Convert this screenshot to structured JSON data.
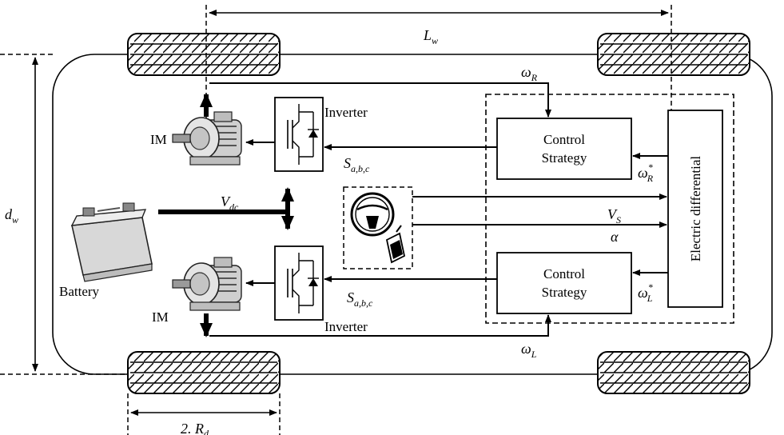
{
  "labels": {
    "lw": "L",
    "lw_sub": "w",
    "dw": "d",
    "dw_sub": "w",
    "rd": "2. R",
    "rd_sub": "d",
    "omega_r": "ω",
    "omega_r_sub": "R",
    "omega_l": "ω",
    "omega_l_sub": "L",
    "omega_r_star": "ω",
    "omega_r_star_sub": "R",
    "omega_l_star": "ω",
    "omega_l_star_sub": "L",
    "star": "*",
    "inverter_top": "Inverter",
    "inverter_bottom": "Inverter",
    "im_top": "IM",
    "im_bottom": "IM",
    "battery": "Battery",
    "vdc": "V",
    "vdc_sub": "dc",
    "vs": "V",
    "vs_sub": "S",
    "alpha": "α",
    "s_top": "S",
    "s_top_sub": "a,b,c",
    "s_bottom": "S",
    "s_bottom_sub": "a,b,c",
    "control_top_line1": "Control",
    "control_top_line2": "Strategy",
    "control_bottom_line1": "Control",
    "control_bottom_line2": "Strategy",
    "electric_differential": "Electric differential"
  },
  "colors": {
    "stroke": "#000000",
    "background": "#ffffff"
  }
}
